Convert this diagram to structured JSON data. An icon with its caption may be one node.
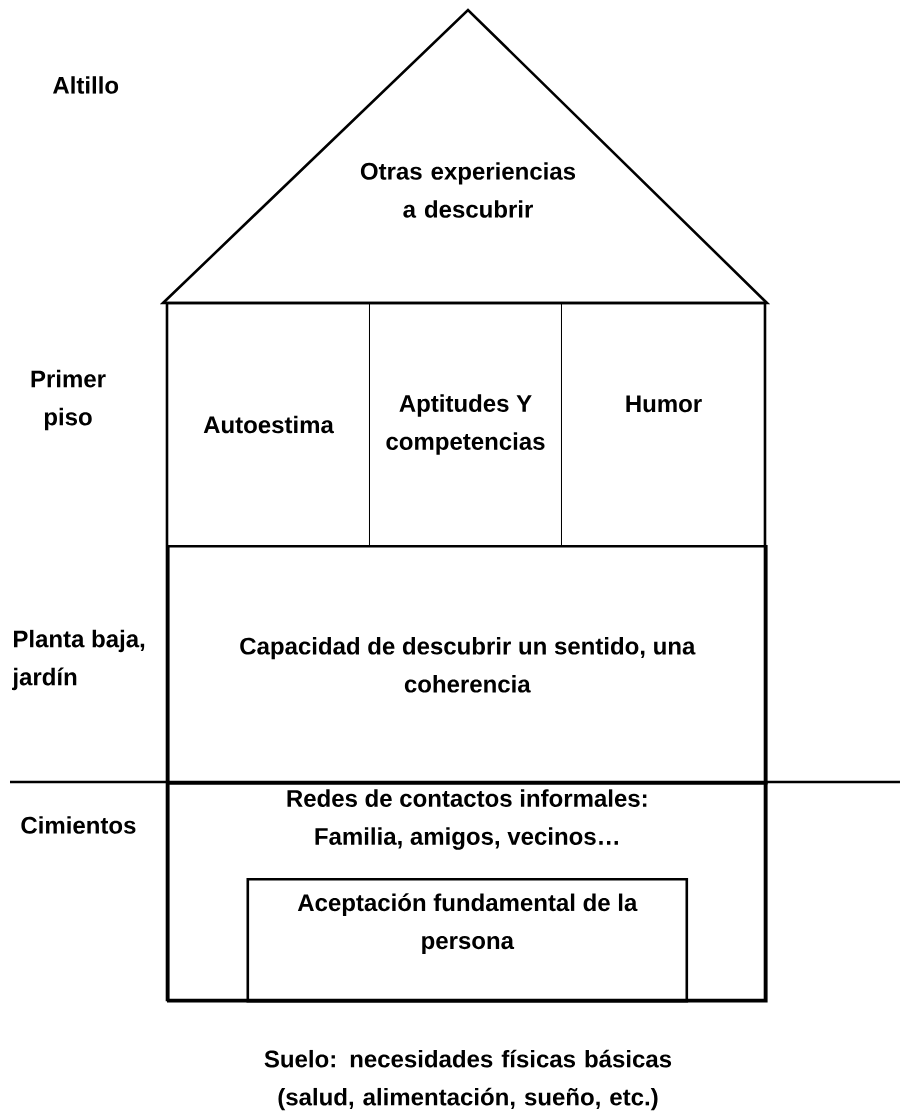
{
  "diagram": {
    "nodes": [
      {
        "text": [
          "Otras experiencias a descubrir"
        ]
      },
      {
        "text": [
          "Autoestima"
        ]
      },
      {
        "text": [
          "Aptitudes Y competencias"
        ]
      },
      {
        "text": [
          "Humor"
        ]
      },
      {
        "text": [
          "Capacidad de descubrir un sentido, una coherencia"
        ]
      },
      {
        "text": [
          "Redes de contactos informales: Familia, amigos, vecinos…"
        ]
      },
      {
        "text": [
          "Aceptación fundamental de la persona"
        ],
        "in": 5
      }
    ],
    "edges": [],
    "labels": [
      "Altillo",
      "Primer piso",
      "Planta baja, jardín",
      "Cimientos",
      "Suelo: necesidades físicas básicas (salud, alimentación, sueño, etc.)"
    ]
  }
}
